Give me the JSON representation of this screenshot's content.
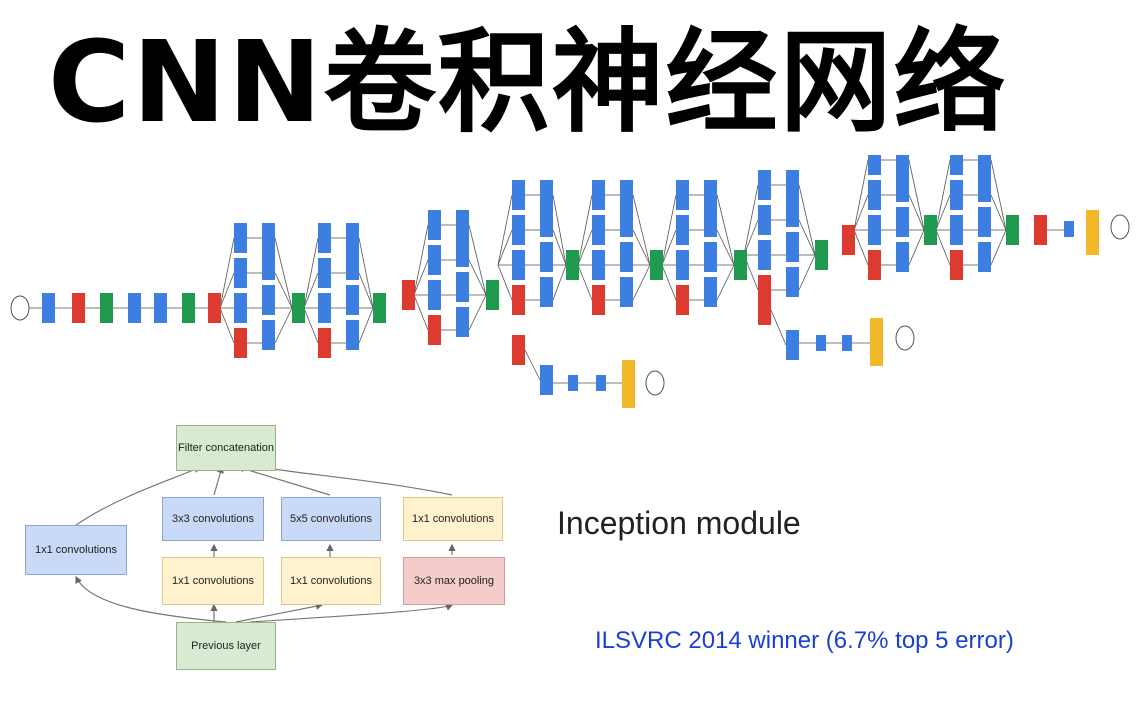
{
  "title": "CNN卷积神经网络",
  "module": {
    "filter_concat": "Filter concatenation",
    "conv3": "3x3 convolutions",
    "conv5": "5x5 convolutions",
    "conv1_a": "1x1 convolutions",
    "conv1_b": "1x1 convolutions",
    "conv1_c": "1x1 convolutions",
    "conv1_d": "1x1 convolutions",
    "maxpool": "3x3 max pooling",
    "previous": "Previous layer"
  },
  "caption": "Inception module",
  "winner": "ILSVRC 2014 winner (6.7% top 5 error)",
  "colors": {
    "conv": "#3d7fe0",
    "pool": "#dd3b2f",
    "concat": "#1f9a4f",
    "softmax": "#f2b82a"
  }
}
